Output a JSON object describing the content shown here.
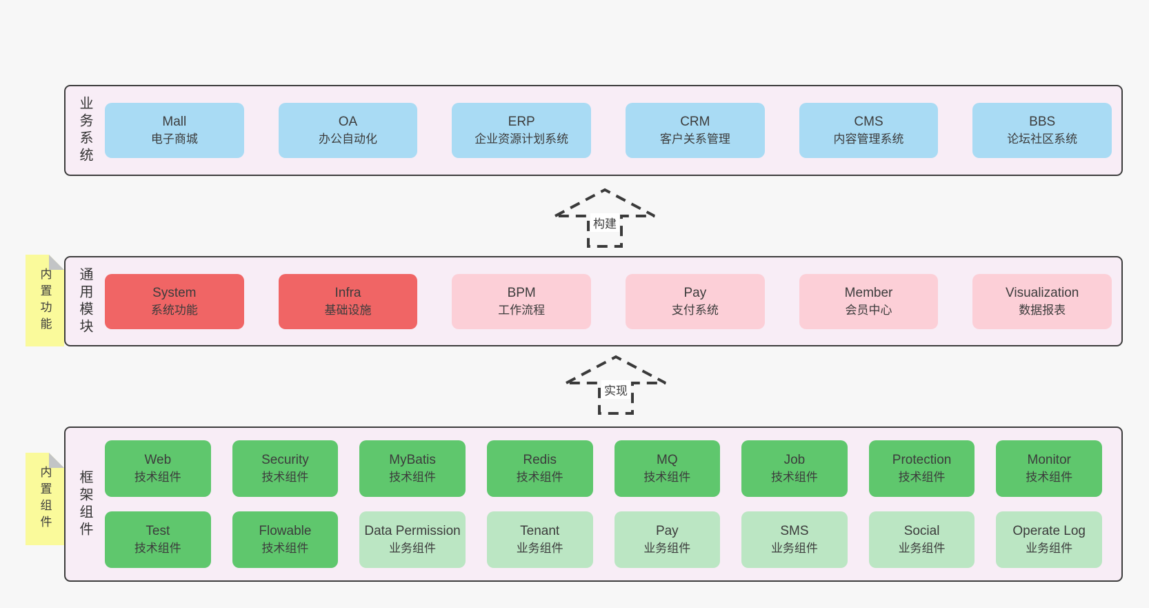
{
  "colors": {
    "page-bg": "#f7f7f7",
    "layer-bg": "#f8edf6",
    "layer-border": "#3c3c3c",
    "box-blue": "#a9dbf4",
    "box-red": "#f06565",
    "box-pink": "#fccfd7",
    "box-green": "#5fc76d",
    "box-green-light": "#bbe6c3",
    "tab-yellow": "#fafa9b",
    "tab-fold": "#c2c4c6",
    "text": "#3c3c3c",
    "arrow": "#3a3a3a"
  },
  "layers": {
    "business": {
      "label": "业务系统",
      "boxes": [
        {
          "name": "Mall",
          "subtitle": "电子商城"
        },
        {
          "name": "OA",
          "subtitle": "办公自动化"
        },
        {
          "name": "ERP",
          "subtitle": "企业资源计划系统"
        },
        {
          "name": "CRM",
          "subtitle": "客户关系管理"
        },
        {
          "name": "CMS",
          "subtitle": "内容管理系统"
        },
        {
          "name": "BBS",
          "subtitle": "论坛社区系统"
        }
      ]
    },
    "modules": {
      "label": "通用模块",
      "tab": "内置功能",
      "boxes": [
        {
          "name": "System",
          "subtitle": "系统功能"
        },
        {
          "name": "Infra",
          "subtitle": "基础设施"
        },
        {
          "name": "BPM",
          "subtitle": "工作流程"
        },
        {
          "name": "Pay",
          "subtitle": "支付系统"
        },
        {
          "name": "Member",
          "subtitle": "会员中心"
        },
        {
          "name": "Visualization",
          "subtitle": "数据报表"
        }
      ]
    },
    "framework": {
      "label": "框架组件",
      "tab": "内置组件",
      "rows": [
        [
          {
            "name": "Web",
            "subtitle": "技术组件"
          },
          {
            "name": "Security",
            "subtitle": "技术组件"
          },
          {
            "name": "MyBatis",
            "subtitle": "技术组件"
          },
          {
            "name": "Redis",
            "subtitle": "技术组件"
          },
          {
            "name": "MQ",
            "subtitle": "技术组件"
          },
          {
            "name": "Job",
            "subtitle": "技术组件"
          },
          {
            "name": "Protection",
            "subtitle": "技术组件"
          },
          {
            "name": "Monitor",
            "subtitle": "技术组件"
          }
        ],
        [
          {
            "name": "Test",
            "subtitle": "技术组件"
          },
          {
            "name": "Flowable",
            "subtitle": "技术组件"
          },
          {
            "name": "Data Permission",
            "subtitle": "业务组件"
          },
          {
            "name": "Tenant",
            "subtitle": "业务组件"
          },
          {
            "name": "Pay",
            "subtitle": "业务组件"
          },
          {
            "name": "SMS",
            "subtitle": "业务组件"
          },
          {
            "name": "Social",
            "subtitle": "业务组件"
          },
          {
            "name": "Operate Log",
            "subtitle": "业务组件"
          }
        ]
      ]
    }
  },
  "arrows": [
    {
      "label": "构建"
    },
    {
      "label": "实现"
    }
  ]
}
